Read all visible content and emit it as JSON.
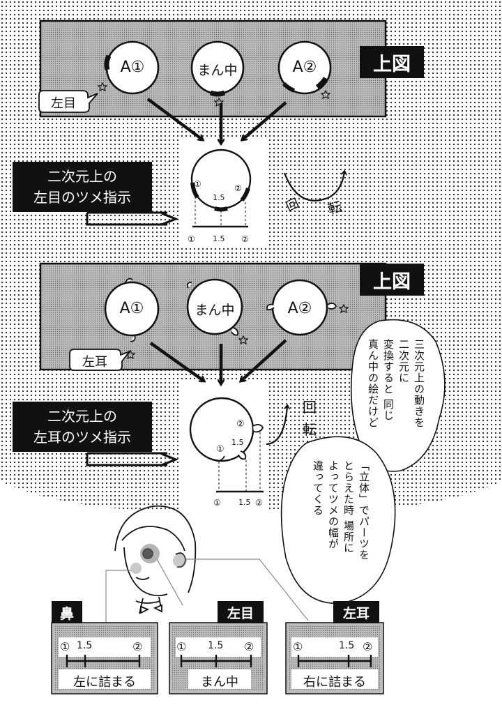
{
  "panel1": {
    "view_label": "上図",
    "circle_a1": "A①",
    "circle_center": "まん中",
    "circle_a2": "A②",
    "part_label": "左目",
    "instruction_line1": "二次元上の",
    "instruction_line2": "左目のツメ指示",
    "diagram_mark_1": "①",
    "diagram_mark_15": "1.5",
    "diagram_mark_2": "②",
    "rotate_1": "回",
    "rotate_2": "転"
  },
  "panel2": {
    "view_label": "上図",
    "circle_a1": "A①",
    "circle_center": "まん中",
    "circle_a2": "A②",
    "part_label": "左耳",
    "instruction_line1": "二次元上の",
    "instruction_line2": "左耳のツメ指示",
    "diagram_mark_1": "①",
    "diagram_mark_15": "1.5",
    "diagram_mark_2": "②",
    "rotate_1": "回",
    "rotate_2": "転"
  },
  "narration": {
    "bubble1": [
      "三次元上の動きを",
      "二次元に",
      "変換すると 同じ",
      "真ん中の絵だけど"
    ],
    "bubble2": [
      "「立体」でパーツを",
      "とらえた時 場所に",
      "よってツメの幅が",
      "違ってくる"
    ]
  },
  "bottom_boxes": [
    {
      "title": "鼻",
      "mark_1": "①",
      "mark_15": "1.5",
      "mark_2": "②",
      "caption": "左に詰まる"
    },
    {
      "title": "左目",
      "mark_1": "①",
      "mark_15": "1.5",
      "mark_2": "②",
      "caption": "まん中"
    },
    {
      "title": "左耳",
      "mark_1": "①",
      "mark_15": "1.5",
      "mark_2": "②",
      "caption": "右に詰まる"
    }
  ]
}
